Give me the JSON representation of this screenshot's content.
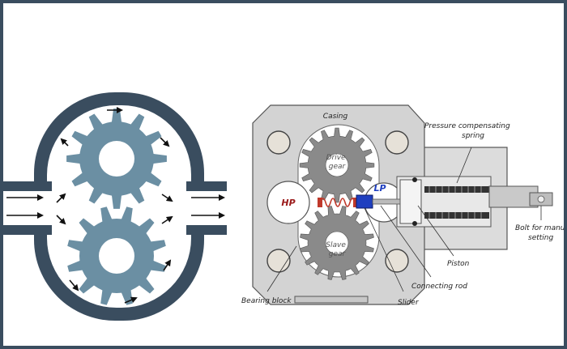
{
  "colors": {
    "frame": "#3a4d5f",
    "housing": "#3a4d5f",
    "gear_left": "#6b8fa3",
    "casing": "#d3d3d3",
    "gear_right": "#8a8a8a",
    "hp_text": "#9b1b1b",
    "lp_text": "#1f3fbf",
    "slider": "#1f3fbf",
    "spring": "#c0392b"
  },
  "icons": {
    "flow_arrow": "arrow-right-icon",
    "rotation_arrow": "rotation-arrow-icon"
  },
  "pump": {
    "hp_label": "HP",
    "lp_label": "LP",
    "drive_gear_label": [
      "Drive",
      "gear"
    ],
    "slave_gear_label": [
      "Slave",
      "gear"
    ]
  },
  "labels": {
    "casing": "Casing",
    "pressure_spring": [
      "Pressure compensating",
      "spring"
    ],
    "bolt": [
      "Bolt for manual",
      "setting"
    ],
    "piston": "Piston",
    "connecting_rod": "Connecting rod",
    "slider": "Slider",
    "bearing_block": "Bearing block"
  }
}
